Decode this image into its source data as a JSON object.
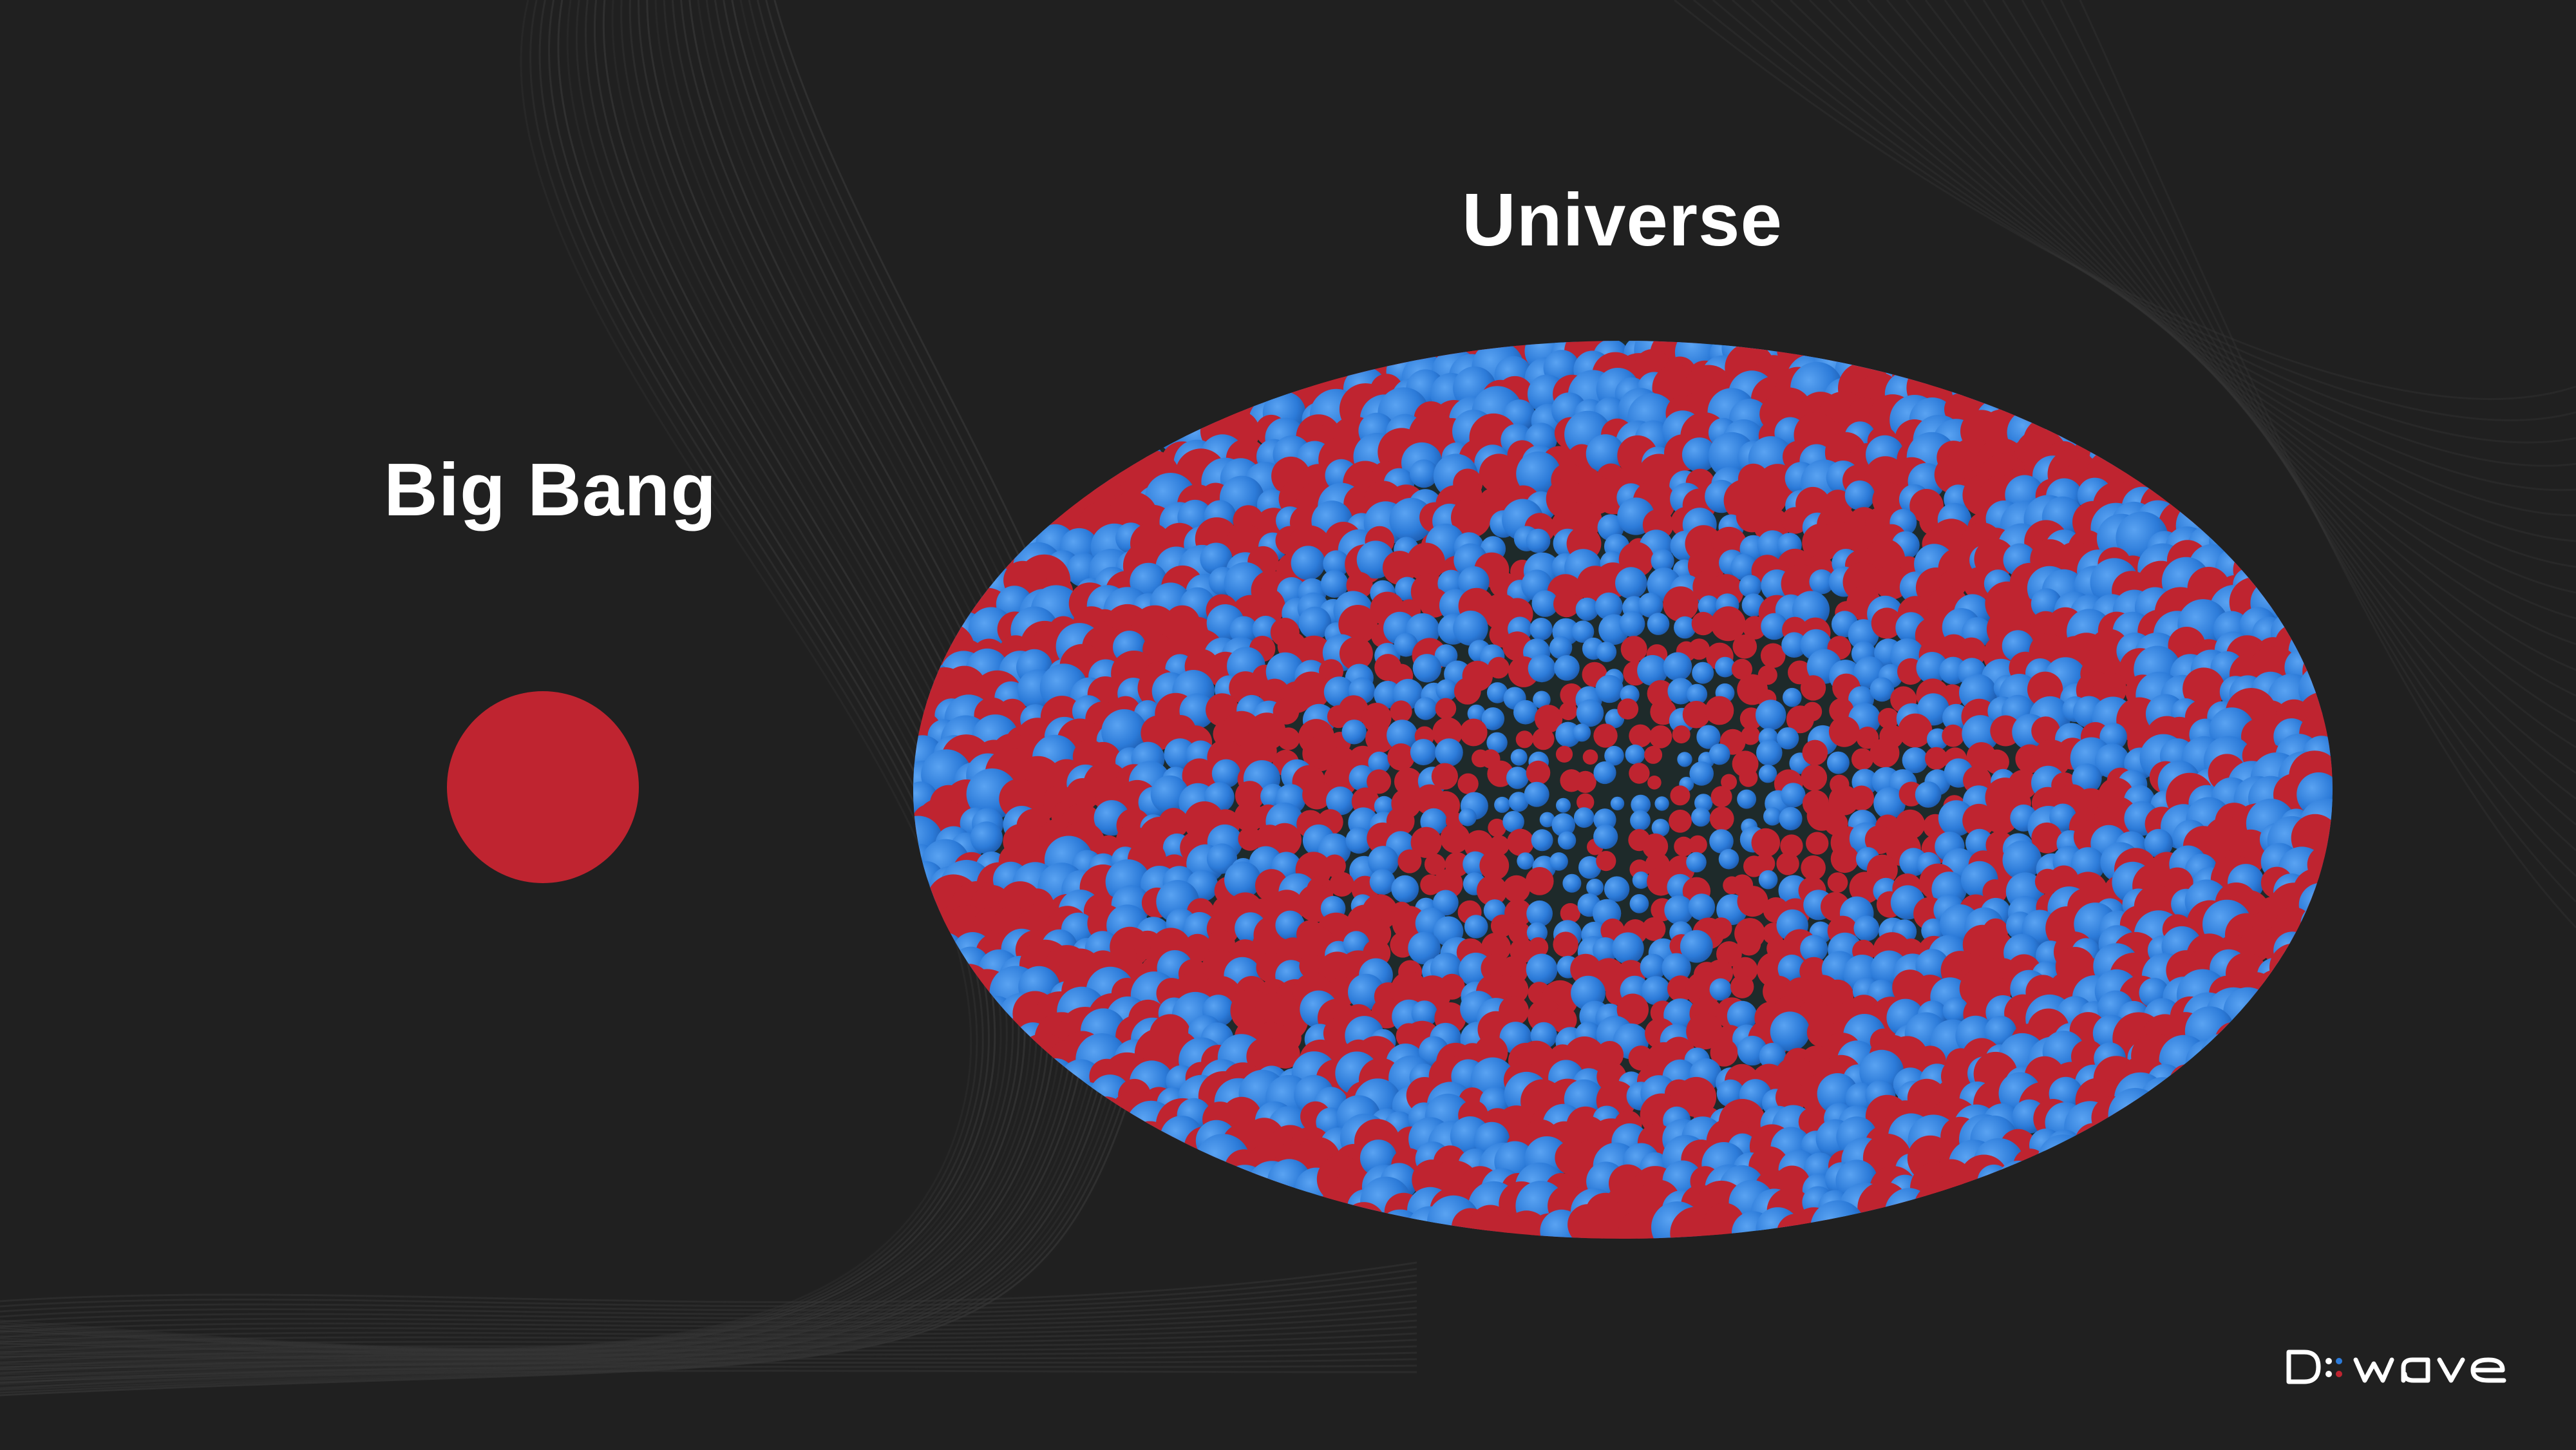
{
  "labels": {
    "big_bang": "Big Bang",
    "universe": "Universe"
  },
  "logo": {
    "text": "D-Wave",
    "name": "d-wave-logo"
  },
  "colors": {
    "background": "#202020",
    "red": "#BF2430",
    "blue": "#2C7BD9",
    "blue_light": "#4A95EA",
    "blue_dark": "#1B5CB0",
    "text": "#FFFFFF",
    "lines": "#3A3A3A"
  }
}
